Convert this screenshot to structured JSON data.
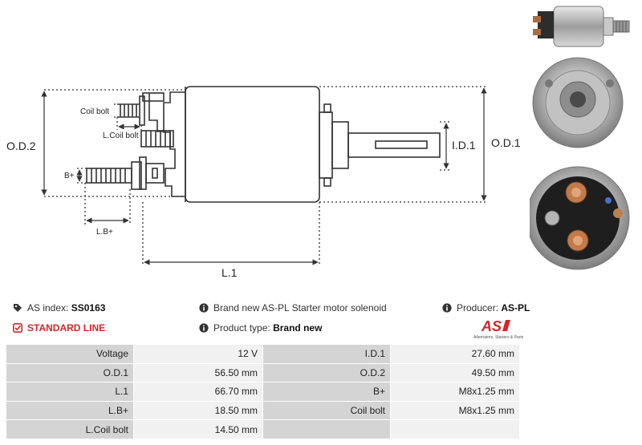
{
  "diagram": {
    "labels": {
      "od2": "O.D.2",
      "od1": "O.D.1",
      "id1": "I.D.1",
      "l1": "L.1",
      "lb_plus": "L.B+",
      "b_plus": "B+",
      "coil_bolt": "Coil bolt",
      "l_coil_bolt": "L.Coil bolt"
    }
  },
  "info": {
    "as_index_label": "AS index:",
    "as_index_value": "SS0163",
    "description": "Brand new AS-PL Starter motor solenoid",
    "producer_label": "Producer:",
    "producer_value": "AS-PL",
    "standard_line": "STANDARD LINE",
    "product_type_label": "Product type:",
    "product_type_value": "Brand new",
    "logo_text": "AS",
    "logo_tagline": "Alternators, Starters & Parts"
  },
  "specs": [
    {
      "l1": "Voltage",
      "v1": "12 V",
      "l2": "I.D.1",
      "v2": "27.60 mm"
    },
    {
      "l1": "O.D.1",
      "v1": "56.50 mm",
      "l2": "O.D.2",
      "v2": "49.50 mm"
    },
    {
      "l1": "L.1",
      "v1": "66.70 mm",
      "l2": "B+",
      "v2": "M8x1.25 mm"
    },
    {
      "l1": "L.B+",
      "v1": "18.50 mm",
      "l2": "Coil bolt",
      "v2": "M8x1.25 mm"
    },
    {
      "l1": "L.Coil bolt",
      "v1": "14.50 mm",
      "l2": "",
      "v2": ""
    }
  ],
  "colors": {
    "accent_red": "#d0282b",
    "label_cell": "#d4d4d4",
    "value_cell": "#f1f1f1"
  }
}
